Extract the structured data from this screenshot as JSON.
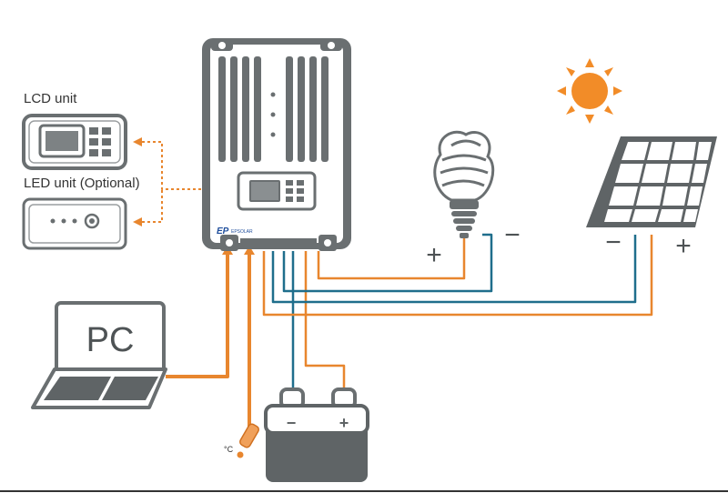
{
  "labels": {
    "lcd_unit": "LCD unit",
    "led_unit": "LED unit (Optional)",
    "pc": "PC",
    "battery_minus": "−",
    "battery_plus": "+",
    "lamp_plus": "+",
    "lamp_minus": "−",
    "panel_minus": "−",
    "panel_plus": "+",
    "temp_sensor": "°C",
    "brand_logo": "EPSOLAR"
  },
  "colors": {
    "orange_wire": "#e8862e",
    "blue_wire": "#1f6e8c",
    "device_gray": "#5f6466",
    "sun": "#f28c28"
  },
  "icons": [
    "sun-icon",
    "light-bulb-icon",
    "solar-panel-icon",
    "laptop-icon",
    "battery-icon",
    "temperature-sensor-icon"
  ]
}
